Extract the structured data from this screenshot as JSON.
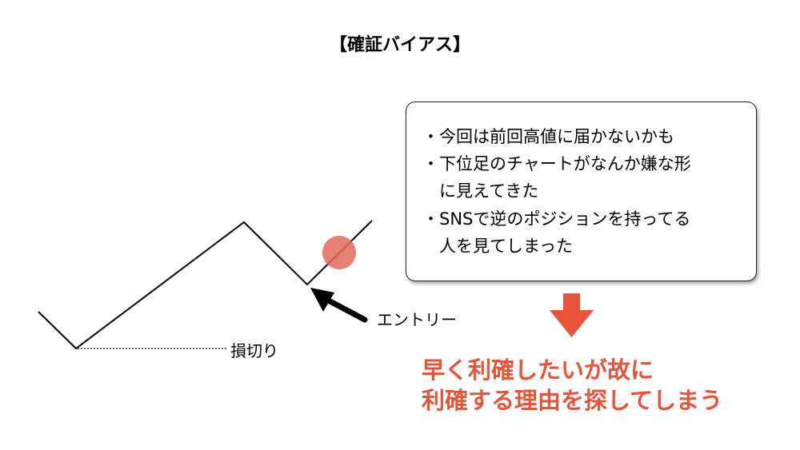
{
  "title": "【確証バイアス】",
  "labels": {
    "stop_loss": "損切り",
    "entry": "エントリー"
  },
  "callout": {
    "lines": [
      "・今回は前回高値に届かないかも",
      "・下位足のチャートがなんか嫌な形",
      "　に見えてきた",
      "・SNSで逆のポジションを持ってる",
      "　人を見てしまった"
    ]
  },
  "conclusion": {
    "line1": "早く利確したいが故に",
    "line2": "利確する理由を探してしまう"
  },
  "colors": {
    "accent": "#e8533a",
    "marker": "#e06a5a",
    "line": "#000000"
  }
}
